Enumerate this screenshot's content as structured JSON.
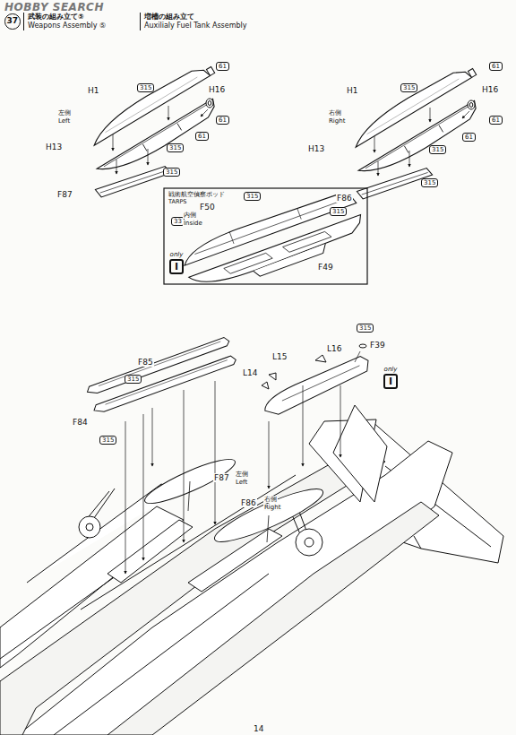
{
  "diagram": {
    "nodes": [
      {
        "text": [
          "37"
        ]
      },
      {
        "text": [
          "武装の組み立て⑤",
          "Weapons Assembly ⑤"
        ]
      },
      {
        "text": [
          "増槽の組み立て",
          "Auxilialy Fuel Tank Assembly"
        ]
      },
      {
        "text": [
          "戦術航空偵察ポッド TARPS"
        ]
      },
      {
        "text": [
          "only",
          "I"
        ],
        "in": 3
      },
      {
        "text": [
          "only",
          "I"
        ]
      }
    ],
    "labels": [
      "HOBBY SEARCH",
      "H1",
      "315",
      "61",
      "H16",
      "61",
      "左側",
      "Left",
      "H13",
      "61",
      "315",
      "F87",
      "315",
      "H1",
      "315",
      "61",
      "H16",
      "61",
      "右側",
      "Right",
      "H13",
      "61",
      "315",
      "F86",
      "315",
      "315",
      "315",
      "33",
      "内側",
      "Inside",
      "F50",
      "F49",
      "315",
      "F39",
      "L16",
      "L15",
      "L14",
      "F85",
      "315",
      "F84",
      "315",
      "F87",
      "左側",
      "Left",
      "F86",
      "右側",
      "Right",
      "14"
    ]
  }
}
